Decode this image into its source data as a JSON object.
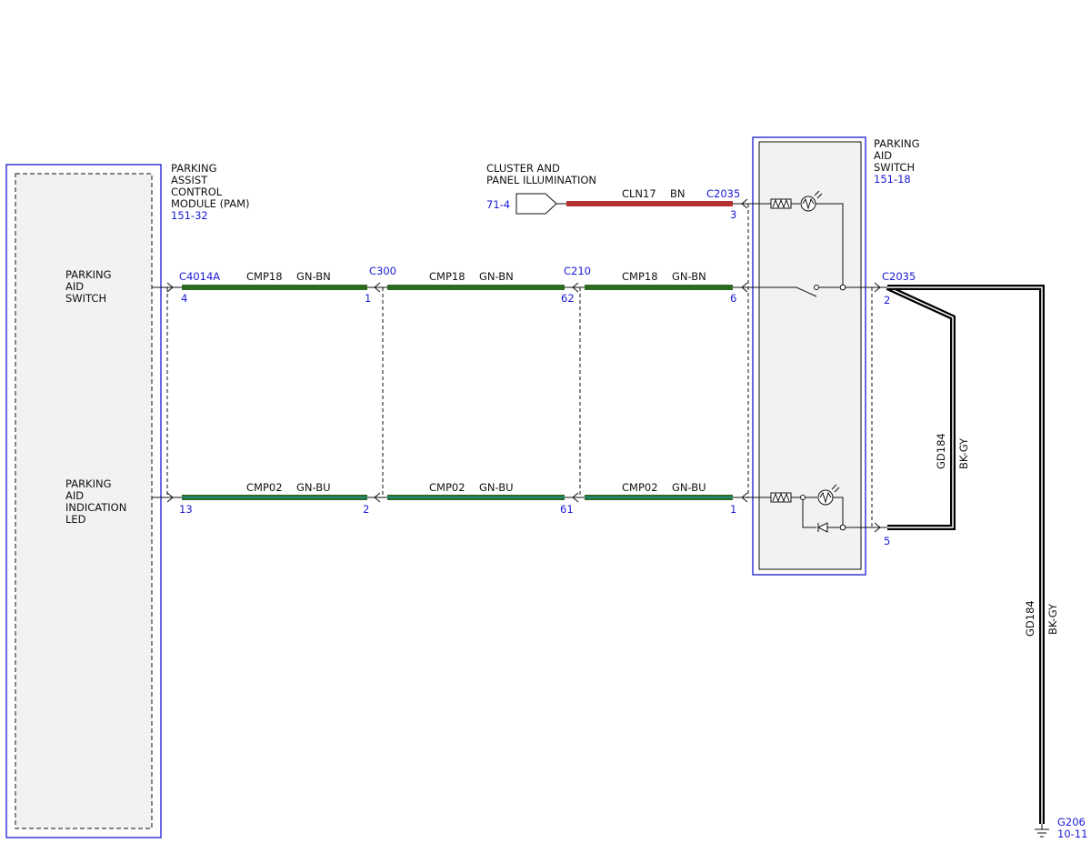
{
  "colors": {
    "outline_blue": "#1a1ad6",
    "label_blue": "#1a1ad6",
    "wire_green": "#2e6b22",
    "wire_green_blue": "#1f8a7a",
    "wire_red": "#b53030",
    "wire_black": "#000000",
    "module_fill": "#f2f2f2"
  },
  "pam_module": {
    "name_lines": [
      "PARKING",
      "ASSIST",
      "CONTROL",
      "MODULE (PAM)"
    ],
    "ref": "151-32",
    "pin_labels": [
      {
        "lines": [
          "PARKING",
          "AID",
          "SWITCH"
        ]
      },
      {
        "lines": [
          "PARKING",
          "AID",
          "INDICATION",
          "LED"
        ]
      }
    ]
  },
  "switch_module": {
    "name_lines": [
      "PARKING",
      "AID",
      "SWITCH"
    ],
    "ref": "151-18"
  },
  "illumination": {
    "label_lines": [
      "CLUSTER AND",
      "PANEL ILLUMINATION"
    ],
    "ref": "71-4",
    "circuit": "CLN17",
    "color": "BN",
    "connector": "C2035",
    "pin": "3"
  },
  "connectors": {
    "pam": "C4014A",
    "c300": "C300",
    "c210": "C210",
    "switch_right": "C2035"
  },
  "upper_circuit": {
    "pins": [
      "4",
      "1",
      "62",
      "6"
    ],
    "segments": [
      {
        "circuit": "CMP18",
        "color": "GN-BN"
      },
      {
        "circuit": "CMP18",
        "color": "GN-BN"
      },
      {
        "circuit": "CMP18",
        "color": "GN-BN"
      }
    ]
  },
  "lower_circuit": {
    "pins": [
      "13",
      "2",
      "61",
      "1"
    ],
    "segments": [
      {
        "circuit": "CMP02",
        "color": "GN-BU"
      },
      {
        "circuit": "CMP02",
        "color": "GN-BU"
      },
      {
        "circuit": "CMP02",
        "color": "GN-BU"
      }
    ]
  },
  "ground_circuit": {
    "pins": [
      "2",
      "5"
    ],
    "loop_wire": {
      "circuit": "GD184",
      "color": "BK-GY"
    },
    "main_wire": {
      "circuit": "GD184",
      "color": "BK-GY"
    },
    "ground": {
      "name": "G206",
      "ref": "10-11"
    }
  }
}
